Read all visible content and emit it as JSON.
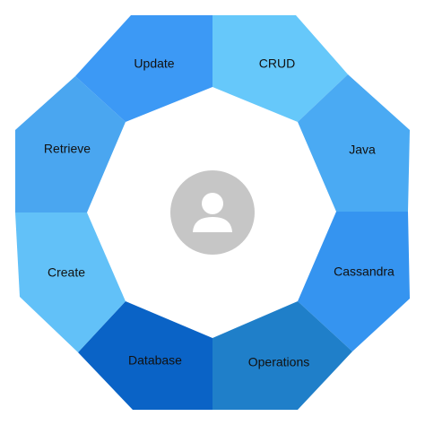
{
  "diagram": {
    "segments": [
      {
        "id": "crud",
        "label": "CRUD",
        "color": "#66c8fa"
      },
      {
        "id": "java",
        "label": "Java",
        "color": "#4aaaf3"
      },
      {
        "id": "cassandra",
        "label": "Cassandra",
        "color": "#3594f0"
      },
      {
        "id": "operations",
        "label": "Operations",
        "color": "#1f7fc9"
      },
      {
        "id": "database",
        "label": "Database",
        "color": "#0a63c6"
      },
      {
        "id": "create",
        "label": "Create",
        "color": "#62c1f8"
      },
      {
        "id": "retrieve",
        "label": "Retrieve",
        "color": "#4aa6f0"
      },
      {
        "id": "update",
        "label": "Update",
        "color": "#3c99f5"
      }
    ],
    "center": {
      "icon": "user-icon",
      "background_color": "#c6c6c6",
      "icon_color": "#ffffff"
    }
  }
}
